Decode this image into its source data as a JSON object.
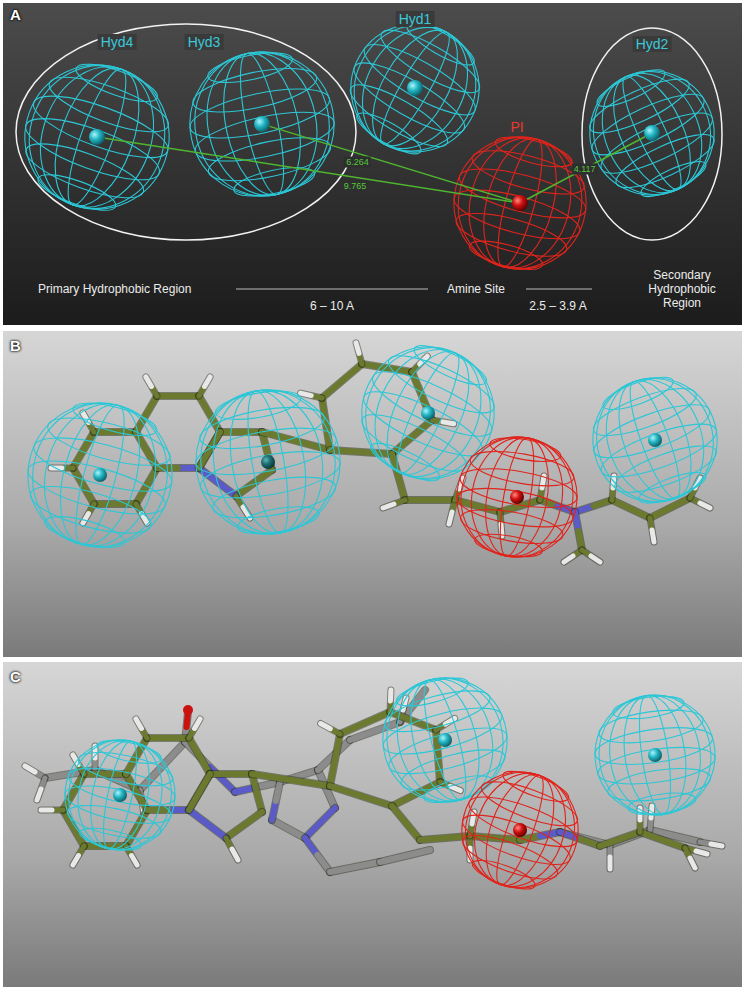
{
  "diagram": {
    "nodes": [
      {
        "text": [
          "Hyd4"
        ]
      },
      {
        "text": [
          "Hyd3"
        ]
      },
      {
        "text": [
          "Hyd1"
        ]
      },
      {
        "text": [
          "Hyd2"
        ]
      },
      {
        "text": [
          "PI"
        ]
      }
    ],
    "edges": [
      {
        "from": 4,
        "to": 0,
        "label": "9.765",
        "arrow": "none"
      },
      {
        "from": 4,
        "to": 1,
        "label": "6.264",
        "arrow": "none"
      },
      {
        "from": 4,
        "to": 3,
        "label": "4.117",
        "arrow": "none"
      }
    ],
    "labels": [
      "A",
      "Primary Hydrophobic Region",
      "6 – 10 A",
      "Amine Site",
      "2.5 – 3.9 A",
      "Secondary Hydrophobic Region",
      "B",
      "C"
    ]
  }
}
